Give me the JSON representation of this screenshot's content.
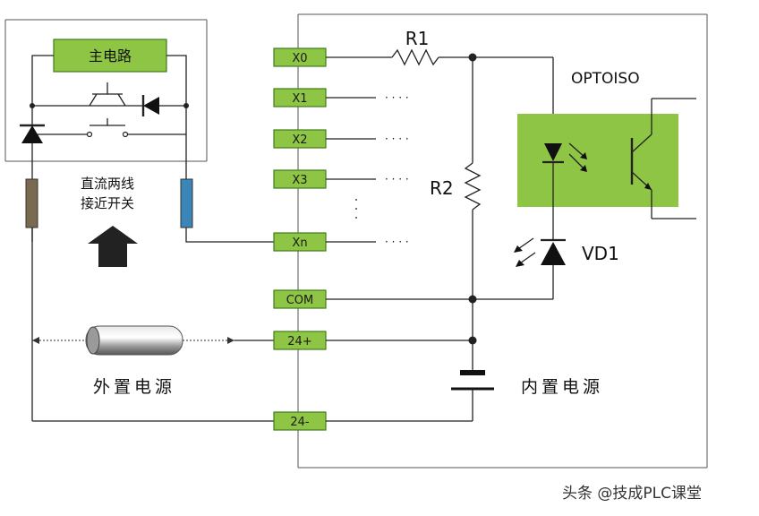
{
  "labels": {
    "main_circuit": "主电路",
    "dc_switch_line1": "直流两线",
    "dc_switch_line2": "接近开关",
    "external_supply": "外置电源",
    "internal_supply": "内置电源",
    "r1": "R1",
    "r2": "R2",
    "optoiso": "OPTOISO",
    "vd1": "VD1",
    "watermark": "头条 @技成PLC课堂"
  },
  "terminals": [
    "X0",
    "X1",
    "X2",
    "X3",
    "Xn",
    "COM",
    "24+",
    "24-"
  ],
  "ellipsis": "· · · ·",
  "colors": {
    "terminal_fill": "#8ec544",
    "optoiso_fill": "#8ec544",
    "wire_left": "#7a6a50",
    "wire_right": "#3b86b8"
  }
}
